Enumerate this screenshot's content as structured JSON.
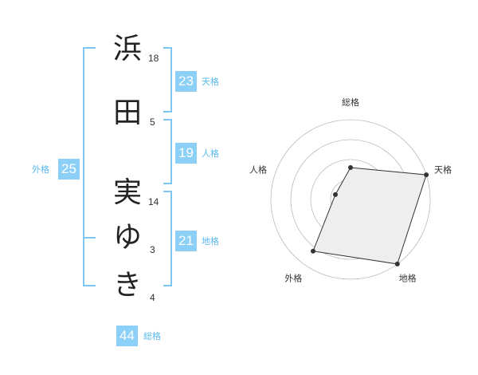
{
  "name": {
    "characters": [
      {
        "char": "浜",
        "strokes": "18"
      },
      {
        "char": "田",
        "strokes": "5"
      },
      {
        "char": "実",
        "strokes": "14"
      },
      {
        "char": "ゆ",
        "strokes": "3"
      },
      {
        "char": "き",
        "strokes": "4"
      }
    ]
  },
  "fortunes": {
    "tenkaku": {
      "value": "23",
      "label": "天格"
    },
    "jinkaku": {
      "value": "19",
      "label": "人格"
    },
    "chikaku": {
      "value": "21",
      "label": "地格"
    },
    "gaikaku": {
      "value": "25",
      "label": "外格"
    },
    "soukaku": {
      "value": "44",
      "label": "総格"
    }
  },
  "colors": {
    "accent": "#8ccff7",
    "bracket": "#7fc6f2",
    "label": "#5ab8ee",
    "radar_fill": "#eeeeee",
    "radar_line": "#333333"
  },
  "chart_data": {
    "type": "radar",
    "axes": [
      "総格",
      "天格",
      "地格",
      "外格",
      "人格"
    ],
    "max": 5,
    "rings": 4,
    "values": [
      2,
      5,
      5,
      4,
      1
    ]
  }
}
